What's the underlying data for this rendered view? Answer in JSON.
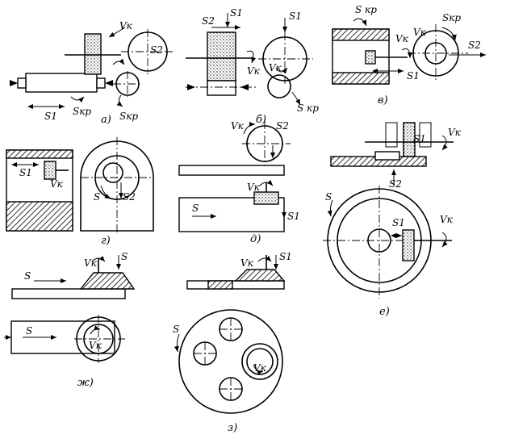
{
  "diagram": {
    "panels": [
      {
        "id": "a",
        "caption": "а)",
        "labels": {
          "vk": "Vк",
          "s2": "S2",
          "s1": "S1",
          "skp_top": "Sкр",
          "skp_bottom": "Sкр"
        }
      },
      {
        "id": "b",
        "caption": "б)",
        "labels": {
          "s2": "S2",
          "s1_top": "S1",
          "s1_right": "S1",
          "vk": "Vк",
          "vk_wheel": "Vк",
          "skp": "S кр"
        }
      },
      {
        "id": "v",
        "caption": "в)",
        "labels": {
          "skp_left": "S кр",
          "vk": "Vк",
          "s1": "S1",
          "vk_right": "Vк",
          "skp_right": "Sкр",
          "s2": "S2"
        }
      },
      {
        "id": "g",
        "caption": "г)",
        "labels": {
          "s1": "S1",
          "vk": "Vк",
          "s": "S",
          "s2": "S2"
        }
      },
      {
        "id": "d",
        "caption": "д)",
        "labels": {
          "vk_top": "Vк",
          "s2": "S2",
          "vk_mid": "Vк",
          "s": "S",
          "s1": "S1"
        }
      },
      {
        "id": "e",
        "caption": "е)",
        "labels": {
          "vk_top": "Vк",
          "s1_top": "S1",
          "s2": "S2",
          "s": "S",
          "s1": "S1",
          "vk": "Vк"
        }
      },
      {
        "id": "zh",
        "caption": "ж)",
        "labels": {
          "vk_top": "Vк",
          "s_down": "S",
          "s_left": "S",
          "s_bottom": "S",
          "vk_bottom": "Vк"
        }
      },
      {
        "id": "z",
        "caption": "з)",
        "labels": {
          "vk_top": "Vк",
          "s1": "S1",
          "s": "S",
          "vk": "Vк"
        }
      }
    ]
  }
}
